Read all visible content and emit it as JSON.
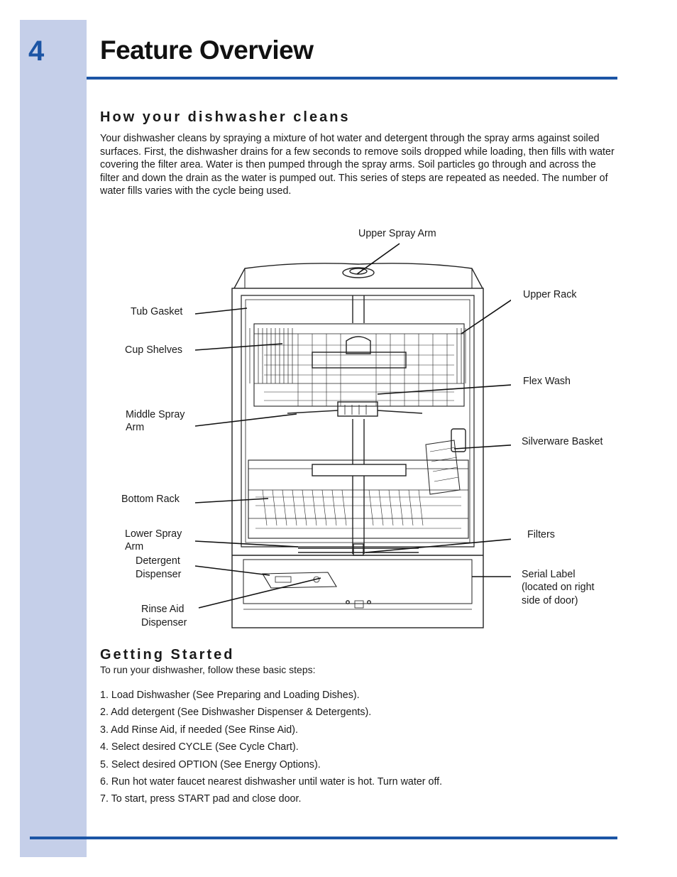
{
  "header": {
    "page_number": "4",
    "title": "Feature Overview"
  },
  "section_cleans": {
    "heading": "How your dishwasher cleans",
    "paragraph": "Your dishwasher cleans by spraying a mixture of hot water and detergent through the spray arms against soiled surfaces.  First, the dishwasher drains for a few seconds to remove soils dropped while loading, then fills with water covering the filter area.  Water is then pumped through the spray arms.  Soil particles go through and across the filter and down the drain as the water is pumped out.  This series of steps are repeated as needed.  The number of water fills varies with the cycle being used."
  },
  "diagram": {
    "labels": {
      "upper_spray_arm": "Upper Spray Arm",
      "upper_rack": "Upper Rack",
      "tub_gasket": "Tub Gasket",
      "cup_shelves": "Cup Shelves",
      "flex_wash": "Flex Wash",
      "middle_spray_arm_1": "Middle Spray",
      "middle_spray_arm_2": "Arm",
      "silverware_basket": "Silverware Basket",
      "bottom_rack": "Bottom Rack",
      "lower_spray_arm_1": "Lower Spray",
      "lower_spray_arm_2": "Arm",
      "filters": "Filters",
      "detergent_dispenser_1": "Detergent",
      "detergent_dispenser_2": "Dispenser",
      "serial_label_1": "Serial Label",
      "serial_label_2": "(located on right",
      "serial_label_3": "side of door)",
      "rinse_aid_dispenser_1": "Rinse Aid",
      "rinse_aid_dispenser_2": "Dispenser"
    }
  },
  "section_started": {
    "heading": "Getting Started",
    "lead": "To run your dishwasher, follow these basic steps:",
    "steps": [
      "1.  Load Dishwasher (See Preparing and Loading Dishes).",
      "2.  Add detergent (See Dishwasher Dispenser & Detergents).",
      "3.  Add Rinse Aid, if needed (See Rinse Aid).",
      "4.  Select desired CYCLE (See Cycle Chart).",
      "5.  Select desired OPTION (See Energy Options).",
      "6.  Run hot water faucet nearest dishwasher until water is hot.  Turn water off.",
      "7.  To start, press START pad and close door."
    ]
  },
  "colors": {
    "accent_blue": "#1c55a5",
    "sidebar_blue": "#c5cfe9"
  }
}
